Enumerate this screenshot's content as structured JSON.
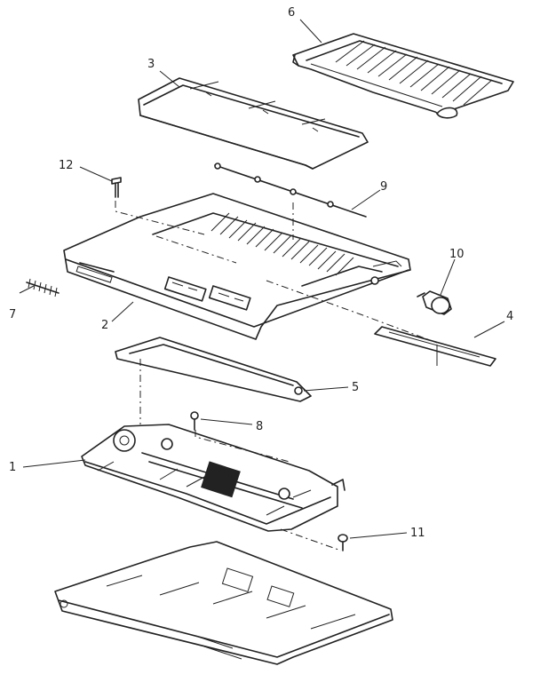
{
  "callouts": {
    "p1": "1",
    "p2": "2",
    "p3": "3",
    "p4": "4",
    "p5": "5",
    "p6": "6",
    "p7": "7",
    "p8": "8",
    "p9": "9",
    "p10": "10",
    "p11": "11",
    "p12": "12"
  }
}
